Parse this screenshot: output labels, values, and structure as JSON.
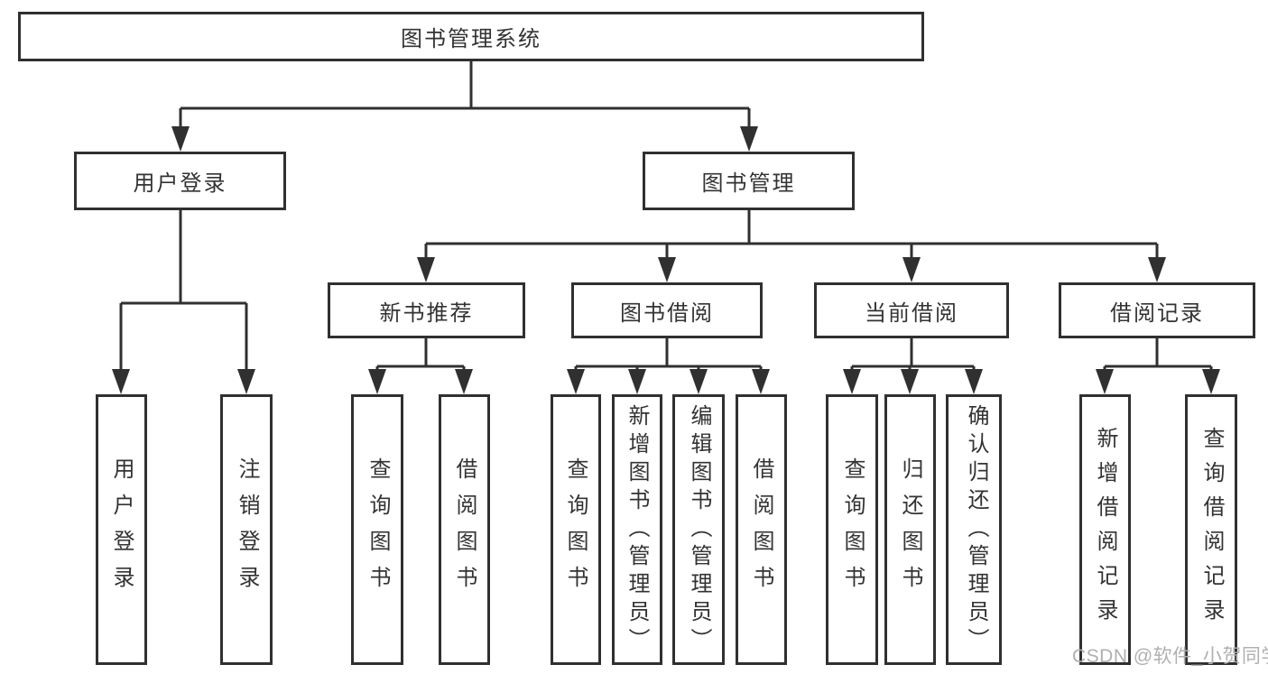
{
  "diagram": {
    "root": "图书管理系统",
    "user_login": {
      "label": "用户登录",
      "children": [
        {
          "label": "用户登录"
        },
        {
          "label": "注销登录"
        }
      ]
    },
    "book_management": {
      "label": "图书管理",
      "children": [
        {
          "label": "新书推荐",
          "children": [
            {
              "label": "查询图书"
            },
            {
              "label": "借阅图书"
            }
          ]
        },
        {
          "label": "图书借阅",
          "children": [
            {
              "label": "查询图书"
            },
            {
              "label": "新增图书（管理员）"
            },
            {
              "label": "编辑图书（管理员）"
            },
            {
              "label": "借阅图书"
            }
          ]
        },
        {
          "label": "当前借阅",
          "children": [
            {
              "label": "查询图书"
            },
            {
              "label": "归还图书"
            },
            {
              "label": "确认归还（管理员）"
            }
          ]
        },
        {
          "label": "借阅记录",
          "children": [
            {
              "label": "新增借阅记录"
            },
            {
              "label": "查询借阅记录"
            }
          ]
        }
      ]
    }
  },
  "watermark": {
    "text": "CSDN @软件_小贺同学"
  },
  "colors": {
    "line": "#303030",
    "border": "#303030",
    "text": "#333333",
    "watermark": "#b0b0b0",
    "background": "#ffffff"
  }
}
